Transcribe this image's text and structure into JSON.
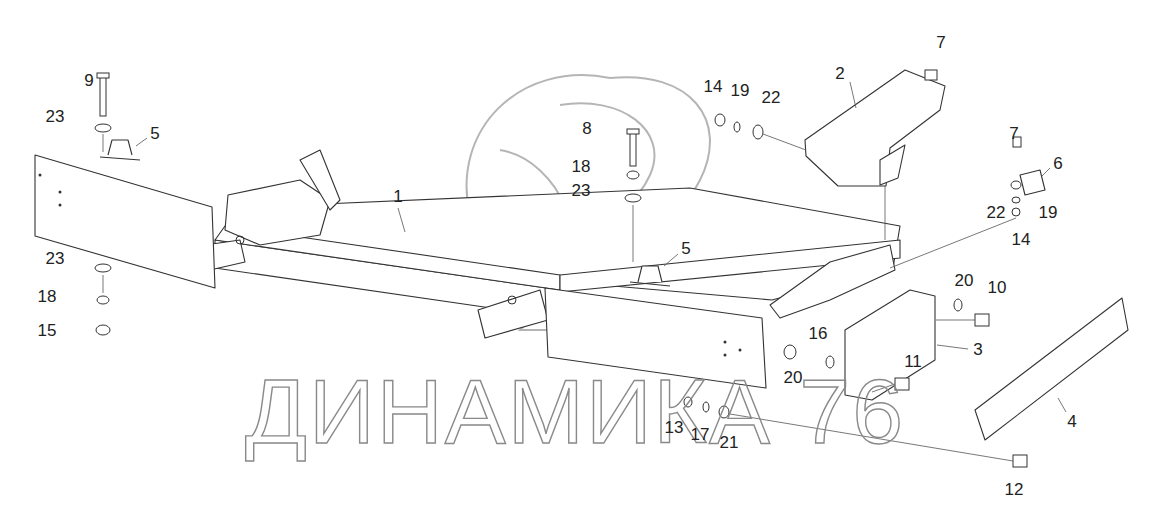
{
  "diagram": {
    "labels": [
      "7",
      "2",
      "9",
      "14",
      "19",
      "22",
      "23",
      "8",
      "5",
      "7",
      "6",
      "18",
      "23",
      "1",
      "22",
      "19",
      "14",
      "5",
      "23",
      "20",
      "10",
      "18",
      "15",
      "16",
      "3",
      "11",
      "20",
      "4",
      "13",
      "17",
      "21",
      "12",
      "ДИНАМИКА 76"
    ]
  }
}
